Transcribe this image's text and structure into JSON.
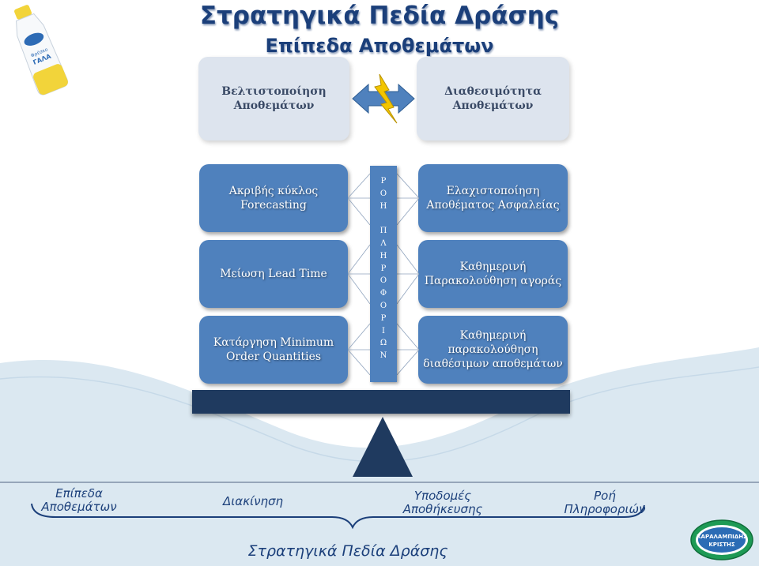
{
  "title": "Στρατηγικά Πεδία Δράσης",
  "subtitle": "Επίπεδα Αποθεμάτων",
  "top_boxes": {
    "left": [
      "Βελτιστοποίηση",
      "Αποθεμάτων"
    ],
    "right": [
      "Διαθεσιμότητα",
      "Αποθεμάτων"
    ]
  },
  "left_boxes": [
    [
      "Ακριβής κύκλος",
      "Forecasting"
    ],
    [
      "Μείωση Lead Time"
    ],
    [
      "Κατάργηση Minimum",
      "Order Quantities"
    ]
  ],
  "right_boxes": [
    [
      "Ελαχιστοποίηση",
      "Αποθέματος Ασφαλείας"
    ],
    [
      "Καθημερινή",
      "Παρακολούθηση αγοράς"
    ],
    [
      "Καθημερινή",
      "παρακολούθηση",
      "διαθέσιμων αποθεμάτων"
    ]
  ],
  "flow_letters": [
    "Ρ",
    "Ο",
    "Η",
    "",
    "Π",
    "Λ",
    "Η",
    "Ρ",
    "Ο",
    "Φ",
    "Ο",
    "Ρ",
    "Ι",
    "Ω",
    "Ν"
  ],
  "bottom_labels": {
    "levels": [
      "Επίπεδα",
      "Αποθεμάτων"
    ],
    "movement": "Διακίνηση",
    "storage": [
      "Υποδομές",
      "Αποθήκευσης"
    ],
    "flow": [
      "Ροή",
      "Πληροφοριών"
    ]
  },
  "footer": "Στρατηγικά Πεδία Δράσης",
  "logo_text": [
    "ΧΑΡΑΛΑΜΠΙΔΗΣ",
    "ΚΡΙΣΤΗΣ"
  ],
  "bottle_text": [
    "Φρέσκο",
    "ΓΑΛΑ"
  ],
  "colors": {
    "title": "#1b3f7a",
    "box_blue": "#4f81bd",
    "box_light": "#dde4ee",
    "beam": "#1f3a5f",
    "wave": "#dbe8f1",
    "lightning": "#f2c500"
  }
}
